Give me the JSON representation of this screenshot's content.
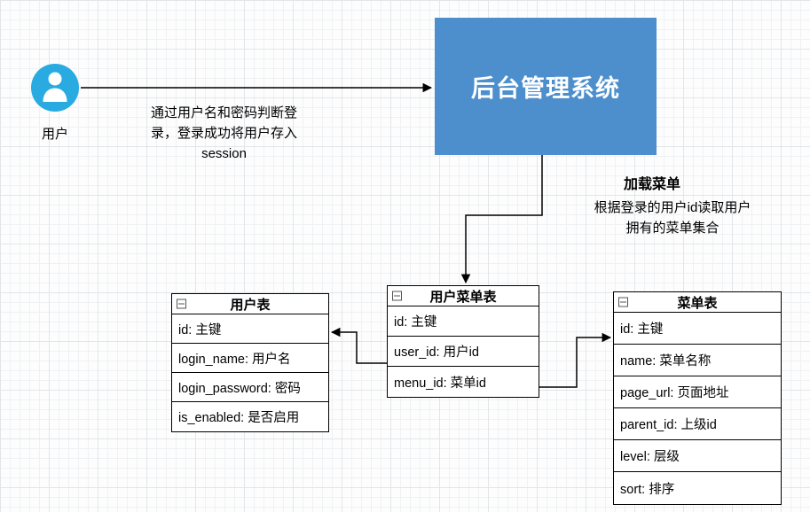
{
  "colors": {
    "system_fill": "#4d8fcc",
    "actor_fill": "#29abe2",
    "connector": "#000000"
  },
  "actor": {
    "label": "用户"
  },
  "login_flow": {
    "note_lines": [
      "通过用户名和密码判断登",
      "录，登录成功将用户存入",
      "session"
    ]
  },
  "system": {
    "label": "后台管理系统"
  },
  "menu_flow": {
    "title": "加载菜单",
    "note_lines": [
      "根据登录的用户id读取用户",
      "拥有的菜单集合"
    ]
  },
  "tables": {
    "user": {
      "title": "用户表",
      "rows": [
        "id: 主键",
        "login_name: 用户名",
        "login_password: 密码",
        "is_enabled: 是否启用"
      ]
    },
    "user_menu": {
      "title": "用户菜单表",
      "rows": [
        "id: 主键",
        "user_id: 用户id",
        "menu_id: 菜单id"
      ]
    },
    "menu": {
      "title": "菜单表",
      "rows": [
        "id: 主键",
        "name: 菜单名称",
        "page_url: 页面地址",
        "parent_id: 上级id",
        "level: 层级",
        "sort: 排序"
      ]
    }
  }
}
